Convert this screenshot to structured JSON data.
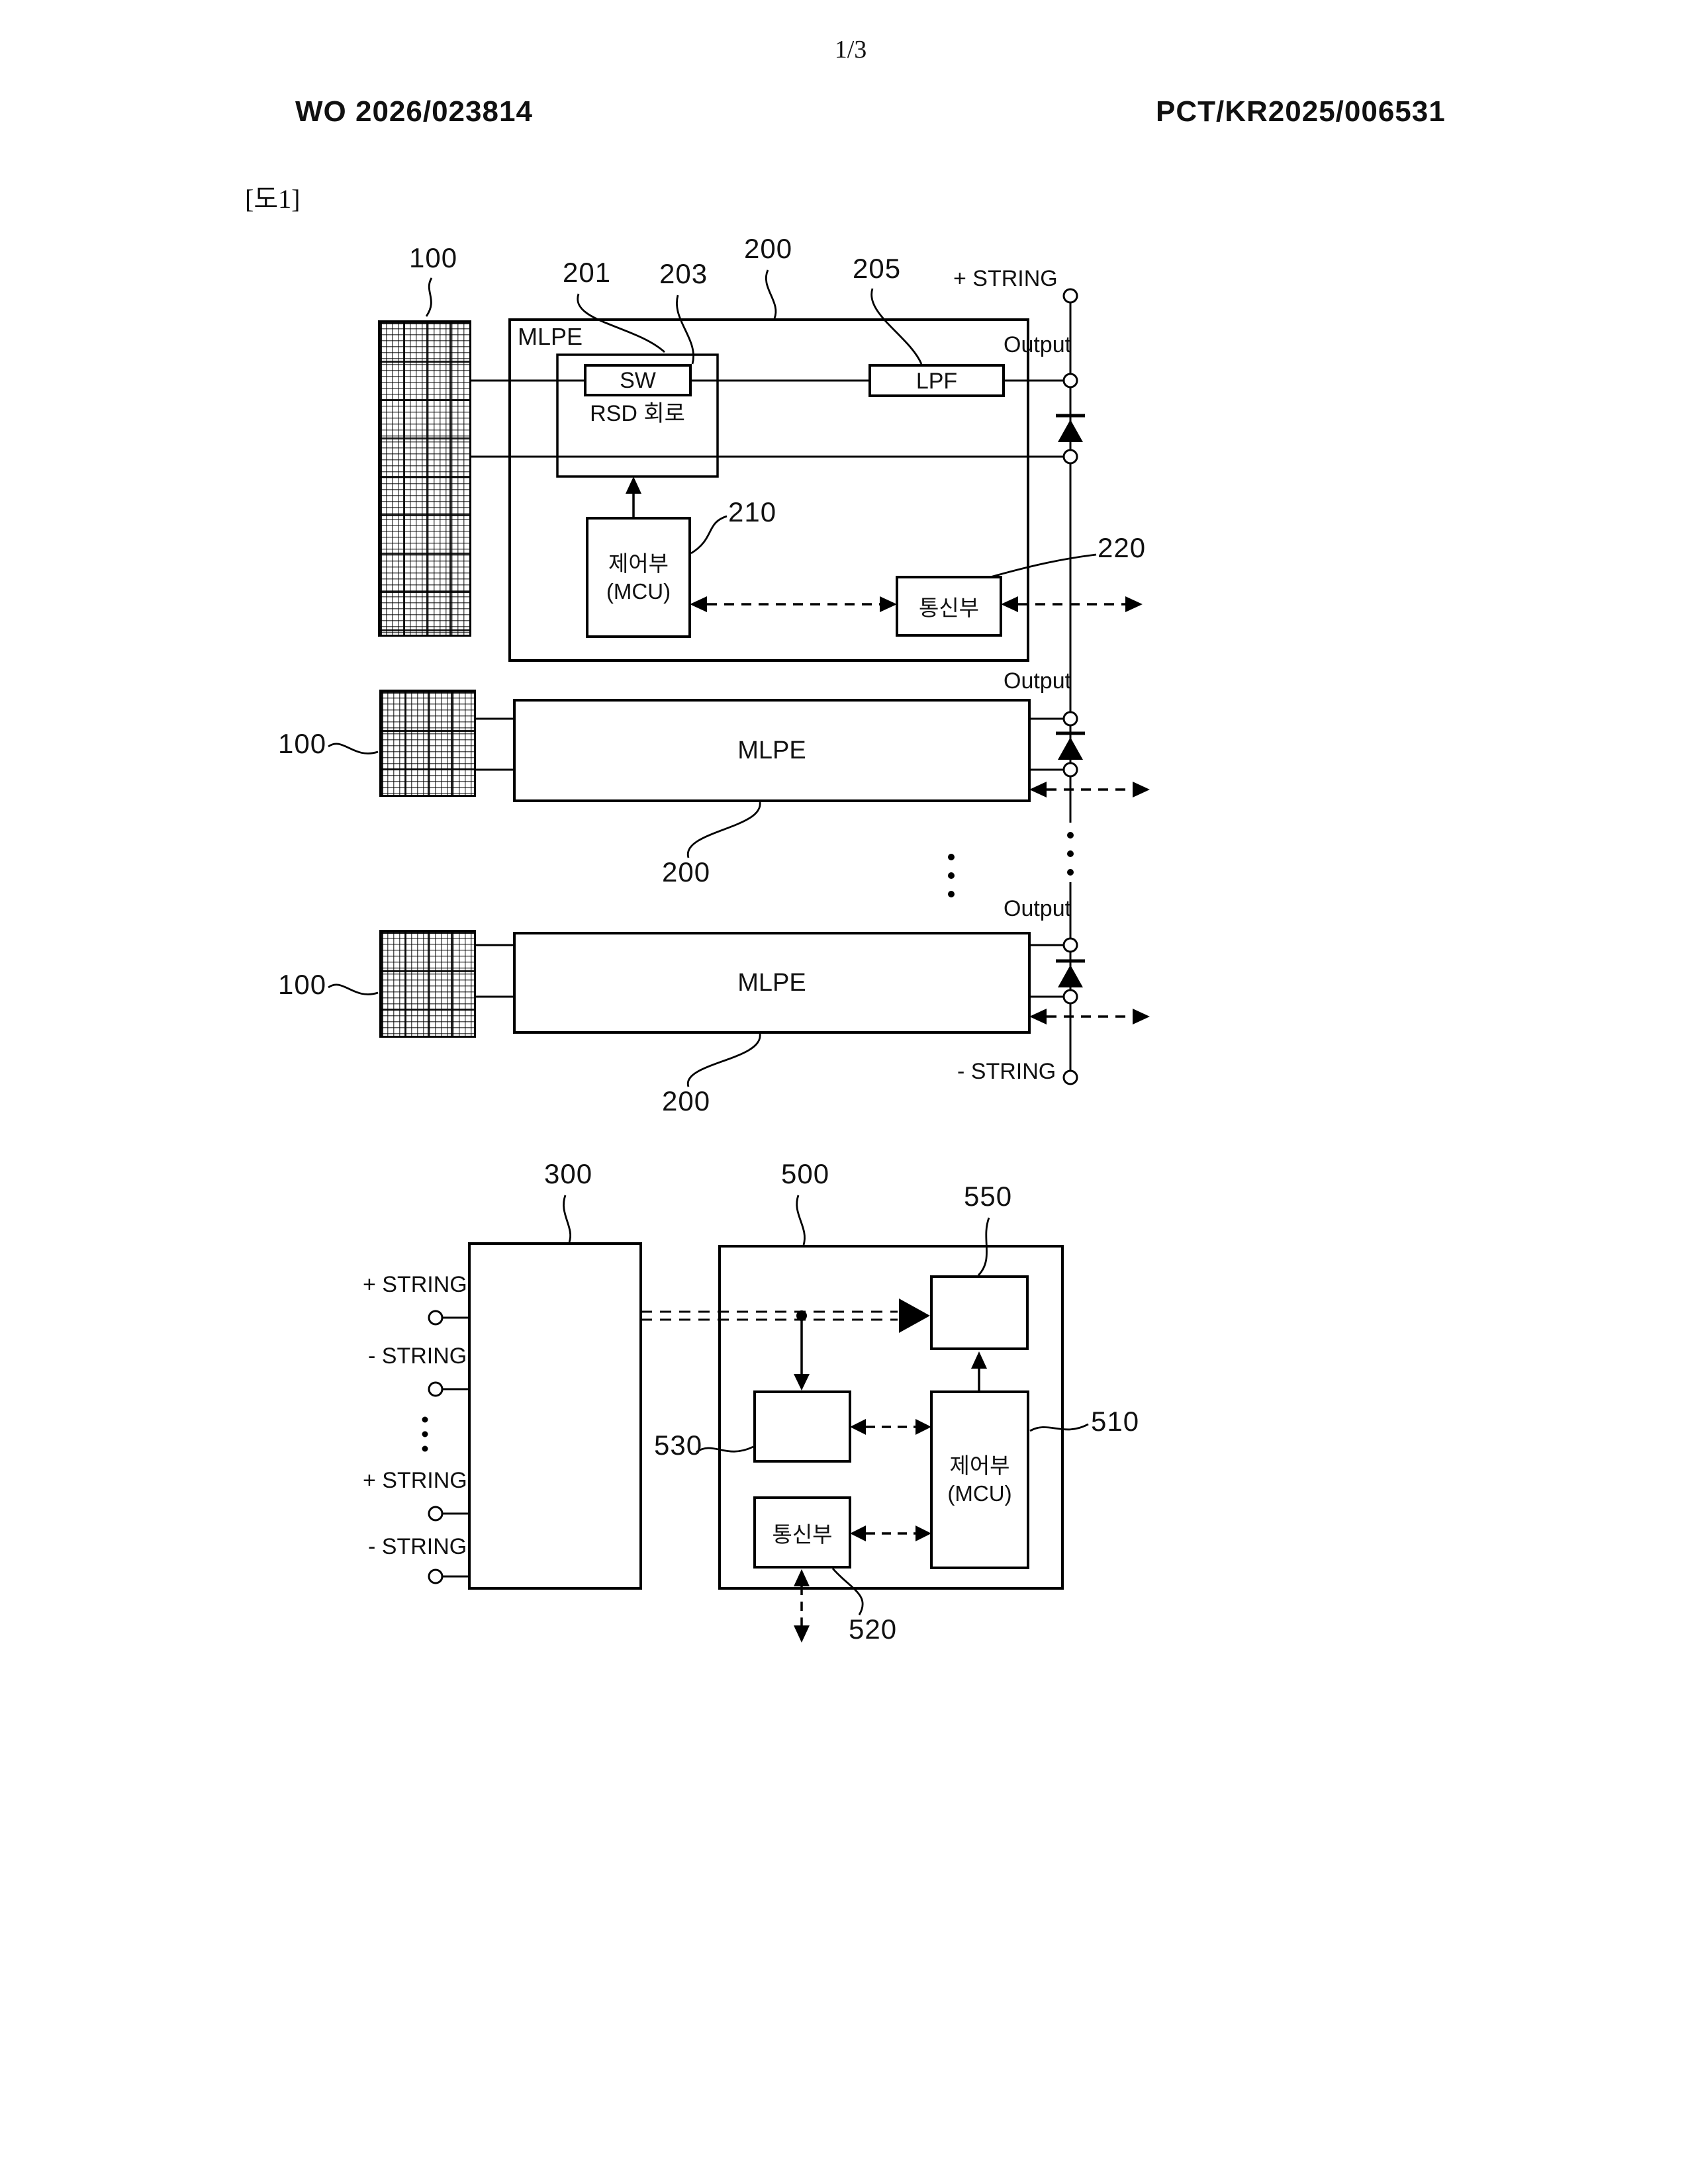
{
  "header": {
    "page_index": "1/3",
    "publication_number": "WO 2026/023814",
    "application_number": "PCT/KR2025/006531"
  },
  "figure_tag": "[도1]",
  "refs": {
    "module": "100",
    "mlpe": "200",
    "rsd": "201",
    "sw": "203",
    "lpf": "205",
    "mcu": "210",
    "comm": "220",
    "combiner": "300",
    "controller": "500",
    "ctrl_mcu": "510",
    "ctrl_comm": "520",
    "ctrl_block": "530",
    "ctrl_switch": "550"
  },
  "texts": {
    "mlpe": "MLPE",
    "sw": "SW",
    "rsd_circuit": "RSD 회로",
    "lpf": "LPF",
    "mcu_line1": "제어부",
    "mcu_line2": "(MCU)",
    "comm": "통신부",
    "output": "Output",
    "plus_string": "+ STRING",
    "minus_string": "- STRING"
  }
}
